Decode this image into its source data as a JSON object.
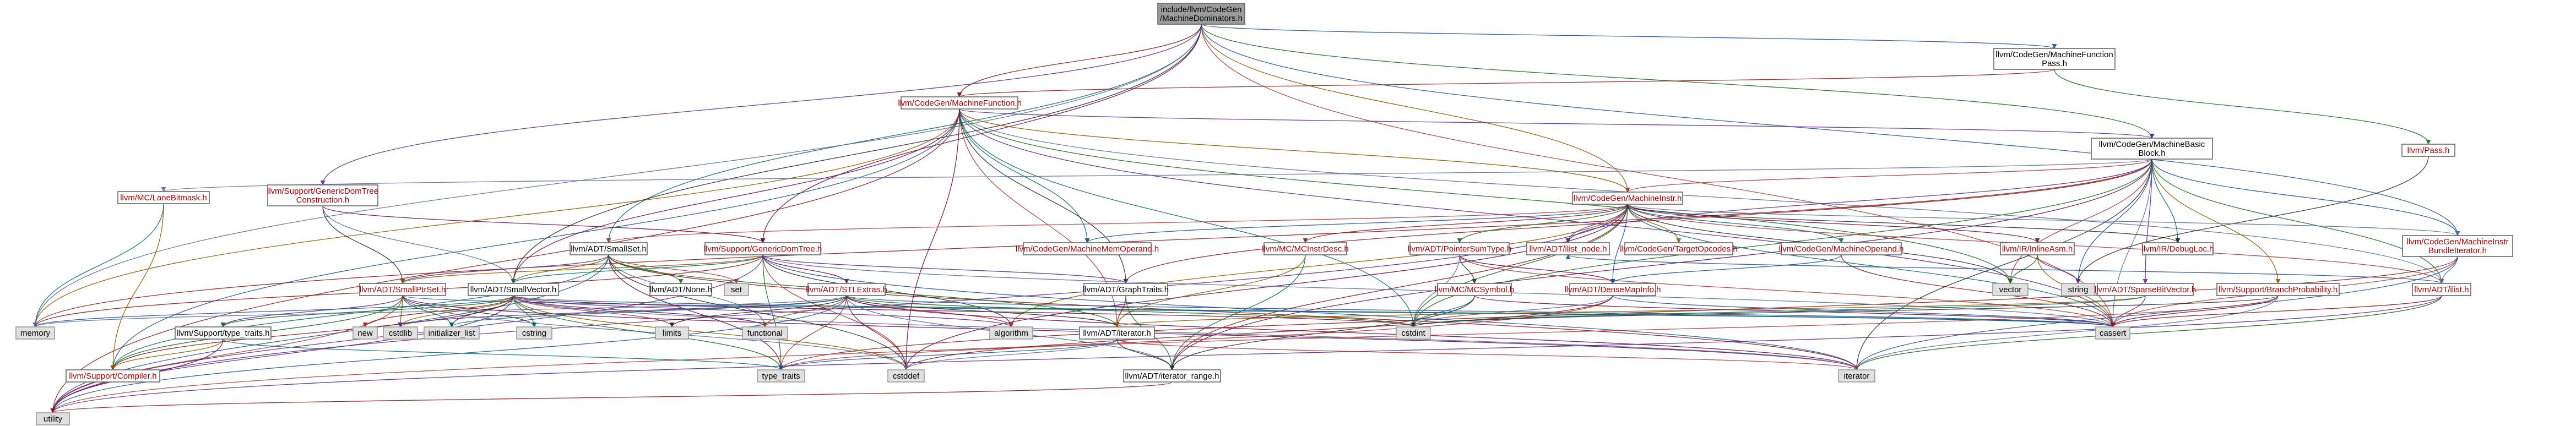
{
  "graph": {
    "nodes": [
      {
        "id": "root",
        "lines": [
          "include/llvm/CodeGen",
          "/MachineDominators.h"
        ],
        "kind": "root",
        "link": false
      },
      {
        "id": "mfp",
        "lines": [
          "llvm/CodeGen/MachineFunction",
          "Pass.h"
        ],
        "kind": "normal",
        "link": false
      },
      {
        "id": "mf",
        "lines": [
          "llvm/CodeGen/MachineFunction.h"
        ],
        "kind": "normal",
        "link": true
      },
      {
        "id": "pass",
        "lines": [
          "llvm/Pass.h"
        ],
        "kind": "normal",
        "link": true
      },
      {
        "id": "mbb",
        "lines": [
          "llvm/CodeGen/MachineBasic",
          "Block.h"
        ],
        "kind": "normal",
        "link": false
      },
      {
        "id": "lanebm",
        "lines": [
          "llvm/MC/LaneBitmask.h"
        ],
        "kind": "normal",
        "link": true
      },
      {
        "id": "gdtc",
        "lines": [
          "llvm/Support/GenericDomTree",
          "Construction.h"
        ],
        "kind": "normal",
        "link": true
      },
      {
        "id": "mi",
        "lines": [
          "llvm/CodeGen/MachineInstr.h"
        ],
        "kind": "normal",
        "link": true
      },
      {
        "id": "mibi",
        "lines": [
          "llvm/CodeGen/MachineInstr",
          "BundleIterator.h"
        ],
        "kind": "normal",
        "link": true
      },
      {
        "id": "smallset",
        "lines": [
          "llvm/ADT/SmallSet.h"
        ],
        "kind": "normal",
        "link": false
      },
      {
        "id": "gdt",
        "lines": [
          "llvm/Support/GenericDomTree.h"
        ],
        "kind": "normal",
        "link": true
      },
      {
        "id": "mmo",
        "lines": [
          "llvm/CodeGen/MachineMemOperand.h"
        ],
        "kind": "normal",
        "link": true
      },
      {
        "id": "mcid",
        "lines": [
          "llvm/MC/MCInstrDesc.h"
        ],
        "kind": "normal",
        "link": true
      },
      {
        "id": "pst",
        "lines": [
          "llvm/ADT/PointerSumType.h"
        ],
        "kind": "normal",
        "link": true
      },
      {
        "id": "ilistnode",
        "lines": [
          "llvm/ADT/ilist_node.h"
        ],
        "kind": "normal",
        "link": true
      },
      {
        "id": "tgtop",
        "lines": [
          "llvm/CodeGen/TargetOpcodes.h"
        ],
        "kind": "normal",
        "link": true
      },
      {
        "id": "mo",
        "lines": [
          "llvm/CodeGen/MachineOperand.h"
        ],
        "kind": "normal",
        "link": true
      },
      {
        "id": "inlineasm",
        "lines": [
          "llvm/IR/InlineAsm.h"
        ],
        "kind": "normal",
        "link": true
      },
      {
        "id": "debugloc",
        "lines": [
          "llvm/IR/DebugLoc.h"
        ],
        "kind": "normal",
        "link": true
      },
      {
        "id": "sps",
        "lines": [
          "llvm/ADT/SmallPtrSet.h"
        ],
        "kind": "normal",
        "link": true
      },
      {
        "id": "sv",
        "lines": [
          "llvm/ADT/SmallVector.h"
        ],
        "kind": "normal",
        "link": false
      },
      {
        "id": "none",
        "lines": [
          "llvm/ADT/None.h"
        ],
        "kind": "normal",
        "link": false
      },
      {
        "id": "set",
        "lines": [
          "set"
        ],
        "kind": "ext",
        "link": false
      },
      {
        "id": "stl",
        "lines": [
          "llvm/ADT/STLExtras.h"
        ],
        "kind": "normal",
        "link": true
      },
      {
        "id": "graphtraits",
        "lines": [
          "llvm/ADT/GraphTraits.h"
        ],
        "kind": "normal",
        "link": false
      },
      {
        "id": "mcsym",
        "lines": [
          "llvm/MC/MCSymbol.h"
        ],
        "kind": "normal",
        "link": true
      },
      {
        "id": "dmi",
        "lines": [
          "llvm/ADT/DenseMapInfo.h"
        ],
        "kind": "normal",
        "link": true
      },
      {
        "id": "vector",
        "lines": [
          "vector"
        ],
        "kind": "ext",
        "link": false
      },
      {
        "id": "string",
        "lines": [
          "string"
        ],
        "kind": "ext",
        "link": false
      },
      {
        "id": "sbv",
        "lines": [
          "llvm/ADT/SparseBitVector.h"
        ],
        "kind": "normal",
        "link": true
      },
      {
        "id": "bp",
        "lines": [
          "llvm/Support/BranchProbability.h"
        ],
        "kind": "normal",
        "link": true
      },
      {
        "id": "ilist",
        "lines": [
          "llvm/ADT/ilist.h"
        ],
        "kind": "normal",
        "link": true
      },
      {
        "id": "memory",
        "lines": [
          "memory"
        ],
        "kind": "ext",
        "link": false
      },
      {
        "id": "typetraits_h",
        "lines": [
          "llvm/Support/type_traits.h"
        ],
        "kind": "normal",
        "link": false
      },
      {
        "id": "new",
        "lines": [
          "new"
        ],
        "kind": "ext",
        "link": false
      },
      {
        "id": "cstdlib",
        "lines": [
          "cstdlib"
        ],
        "kind": "ext",
        "link": false
      },
      {
        "id": "initlist",
        "lines": [
          "initializer_list"
        ],
        "kind": "ext",
        "link": false
      },
      {
        "id": "cstring",
        "lines": [
          "cstring"
        ],
        "kind": "ext",
        "link": false
      },
      {
        "id": "limits",
        "lines": [
          "limits"
        ],
        "kind": "ext",
        "link": false
      },
      {
        "id": "functional",
        "lines": [
          "functional"
        ],
        "kind": "ext",
        "link": false
      },
      {
        "id": "algorithm",
        "lines": [
          "algorithm"
        ],
        "kind": "ext",
        "link": false
      },
      {
        "id": "iterator_h",
        "lines": [
          "llvm/ADT/iterator.h"
        ],
        "kind": "normal",
        "link": false
      },
      {
        "id": "cstdint",
        "lines": [
          "cstdint"
        ],
        "kind": "ext",
        "link": false
      },
      {
        "id": "cassert",
        "lines": [
          "cassert"
        ],
        "kind": "ext",
        "link": false
      },
      {
        "id": "compiler",
        "lines": [
          "llvm/Support/Compiler.h"
        ],
        "kind": "normal",
        "link": true
      },
      {
        "id": "typetraits",
        "lines": [
          "type_traits"
        ],
        "kind": "ext",
        "link": false
      },
      {
        "id": "cstddef",
        "lines": [
          "cstddef"
        ],
        "kind": "ext",
        "link": false
      },
      {
        "id": "itrange",
        "lines": [
          "llvm/ADT/iterator_range.h"
        ],
        "kind": "normal",
        "link": false
      },
      {
        "id": "iterator",
        "lines": [
          "iterator"
        ],
        "kind": "ext",
        "link": false
      },
      {
        "id": "utility",
        "lines": [
          "utility"
        ],
        "kind": "ext",
        "link": false
      }
    ],
    "edges": [
      [
        "root",
        "mfp"
      ],
      [
        "root",
        "mf"
      ],
      [
        "root",
        "mbb"
      ],
      [
        "root",
        "gdtc"
      ],
      [
        "root",
        "mi"
      ],
      [
        "root",
        "smallset"
      ],
      [
        "root",
        "gdt"
      ],
      [
        "root",
        "sv"
      ],
      [
        "root",
        "memory"
      ],
      [
        "root",
        "cassert"
      ],
      [
        "root",
        "mibi"
      ],
      [
        "mfp",
        "mf"
      ],
      [
        "mfp",
        "pass"
      ],
      [
        "mf",
        "mbb"
      ],
      [
        "mf",
        "mi"
      ],
      [
        "mf",
        "mmo"
      ],
      [
        "mf",
        "sv"
      ],
      [
        "mf",
        "graphtraits"
      ],
      [
        "mf",
        "ilist"
      ],
      [
        "mf",
        "iterator_h"
      ],
      [
        "mf",
        "compiler"
      ],
      [
        "mf",
        "utility"
      ],
      [
        "mf",
        "vector"
      ],
      [
        "mf",
        "cassert"
      ],
      [
        "mf",
        "memory"
      ],
      [
        "mf",
        "cstdint"
      ],
      [
        "mf",
        "cstddef"
      ],
      [
        "pass",
        "string"
      ],
      [
        "mbb",
        "lanebm"
      ],
      [
        "mbb",
        "mi"
      ],
      [
        "mbb",
        "mibi"
      ],
      [
        "mbb",
        "graphtraits"
      ],
      [
        "mbb",
        "ilist"
      ],
      [
        "mbb",
        "sbv"
      ],
      [
        "mbb",
        "bp"
      ],
      [
        "mbb",
        "debugloc"
      ],
      [
        "mbb",
        "itrange"
      ],
      [
        "mbb",
        "iterator"
      ],
      [
        "mbb",
        "cassert"
      ],
      [
        "mbb",
        "vector"
      ],
      [
        "mbb",
        "string"
      ],
      [
        "mbb",
        "memory"
      ],
      [
        "mbb",
        "cstdint"
      ],
      [
        "mbb",
        "ilistnode"
      ],
      [
        "lanebm",
        "compiler"
      ],
      [
        "lanebm",
        "memory"
      ],
      [
        "gdtc",
        "gdt"
      ],
      [
        "gdtc",
        "sps"
      ],
      [
        "gdtc",
        "sv"
      ],
      [
        "mi",
        "smallset"
      ],
      [
        "mi",
        "mmo"
      ],
      [
        "mi",
        "mcid"
      ],
      [
        "mi",
        "pst"
      ],
      [
        "mi",
        "ilistnode"
      ],
      [
        "mi",
        "tgtop"
      ],
      [
        "mi",
        "mo"
      ],
      [
        "mi",
        "inlineasm"
      ],
      [
        "mi",
        "debugloc"
      ],
      [
        "mi",
        "mibi"
      ],
      [
        "mi",
        "ilist"
      ],
      [
        "mi",
        "dmi"
      ],
      [
        "mi",
        "itrange"
      ],
      [
        "mi",
        "cstdint"
      ],
      [
        "mi",
        "utility"
      ],
      [
        "mi",
        "algorithm"
      ],
      [
        "mi",
        "cassert"
      ],
      [
        "mi",
        "cstddef"
      ],
      [
        "mi",
        "vector"
      ],
      [
        "mibi",
        "ilist"
      ],
      [
        "mibi",
        "cassert"
      ],
      [
        "mibi",
        "iterator"
      ],
      [
        "mibi",
        "typetraits"
      ],
      [
        "smallset",
        "none"
      ],
      [
        "smallset",
        "sps"
      ],
      [
        "smallset",
        "sv"
      ],
      [
        "smallset",
        "compiler"
      ],
      [
        "smallset",
        "typetraits"
      ],
      [
        "smallset",
        "cstddef"
      ],
      [
        "smallset",
        "functional"
      ],
      [
        "smallset",
        "set"
      ],
      [
        "smallset",
        "utility"
      ],
      [
        "smallset",
        "iterator"
      ],
      [
        "smallset",
        "iterator_h"
      ],
      [
        "gdt",
        "graphtraits"
      ],
      [
        "gdt",
        "sps"
      ],
      [
        "gdt",
        "sv"
      ],
      [
        "gdt",
        "stl"
      ],
      [
        "gdt",
        "algorithm"
      ],
      [
        "gdt",
        "cassert"
      ],
      [
        "gdt",
        "cstddef"
      ],
      [
        "gdt",
        "iterator"
      ],
      [
        "gdt",
        "memory"
      ],
      [
        "gdt",
        "typetraits"
      ],
      [
        "gdt",
        "utility"
      ],
      [
        "mcid",
        "iterator_h"
      ],
      [
        "mcid",
        "itrange"
      ],
      [
        "pst",
        "dmi"
      ],
      [
        "pst",
        "mcsym"
      ],
      [
        "pst",
        "cstdint"
      ],
      [
        "pst",
        "cassert"
      ],
      [
        "mo",
        "dmi"
      ],
      [
        "mo",
        "cassert"
      ],
      [
        "inlineasm",
        "vector"
      ],
      [
        "inlineasm",
        "string"
      ],
      [
        "inlineasm",
        "cassert"
      ],
      [
        "mcsym",
        "cstdint"
      ],
      [
        "mcsym",
        "cassert"
      ],
      [
        "mcsym",
        "itrange"
      ],
      [
        "dmi",
        "cstdint"
      ],
      [
        "dmi",
        "utility"
      ],
      [
        "dmi",
        "cassert"
      ],
      [
        "dmi",
        "cstddef"
      ],
      [
        "sps",
        "compiler"
      ],
      [
        "sps",
        "typetraits_h"
      ],
      [
        "sps",
        "cstdlib"
      ],
      [
        "sps",
        "initlist"
      ],
      [
        "sps",
        "iterator"
      ],
      [
        "sps",
        "cstring"
      ],
      [
        "sps",
        "cstddef"
      ],
      [
        "sps",
        "utility"
      ],
      [
        "sps",
        "cassert"
      ],
      [
        "sv",
        "compiler"
      ],
      [
        "sv",
        "typetraits_h"
      ],
      [
        "sv",
        "algorithm"
      ],
      [
        "sv",
        "cstdlib"
      ],
      [
        "sv",
        "cstring"
      ],
      [
        "sv",
        "functional"
      ],
      [
        "sv",
        "initlist"
      ],
      [
        "sv",
        "iterator"
      ],
      [
        "sv",
        "limits"
      ],
      [
        "sv",
        "memory"
      ],
      [
        "sv",
        "new"
      ],
      [
        "sv",
        "typetraits"
      ],
      [
        "sv",
        "utility"
      ],
      [
        "sv",
        "cstddef"
      ],
      [
        "sv",
        "cassert"
      ],
      [
        "sv",
        "cstdint"
      ],
      [
        "stl",
        "iterator_h"
      ],
      [
        "stl",
        "itrange"
      ],
      [
        "stl",
        "algorithm"
      ],
      [
        "stl",
        "cassert"
      ],
      [
        "stl",
        "cstddef"
      ],
      [
        "stl",
        "cstdint"
      ],
      [
        "stl",
        "cstdlib"
      ],
      [
        "stl",
        "functional"
      ],
      [
        "stl",
        "initlist"
      ],
      [
        "stl",
        "iterator"
      ],
      [
        "stl",
        "limits"
      ],
      [
        "stl",
        "memory"
      ],
      [
        "stl",
        "typetraits"
      ],
      [
        "stl",
        "utility"
      ],
      [
        "graphtraits",
        "iterator_h"
      ],
      [
        "graphtraits",
        "itrange"
      ],
      [
        "sbv",
        "cassert"
      ],
      [
        "sbv",
        "iterator_h"
      ],
      [
        "sbv",
        "cstdint"
      ],
      [
        "bp",
        "cassert"
      ],
      [
        "bp",
        "cstdint"
      ],
      [
        "bp",
        "iterator"
      ],
      [
        "bp",
        "typetraits"
      ],
      [
        "ilist",
        "ilistnode"
      ],
      [
        "ilist",
        "cassert"
      ],
      [
        "ilist",
        "iterator"
      ],
      [
        "ilist",
        "utility"
      ],
      [
        "typetraits_h",
        "compiler"
      ],
      [
        "typetraits_h",
        "typetraits"
      ],
      [
        "typetraits_h",
        "utility"
      ],
      [
        "iterator_h",
        "itrange"
      ],
      [
        "iterator_h",
        "cstddef"
      ],
      [
        "iterator_h",
        "iterator"
      ],
      [
        "iterator_h",
        "typetraits"
      ],
      [
        "itrange",
        "utility"
      ]
    ]
  }
}
